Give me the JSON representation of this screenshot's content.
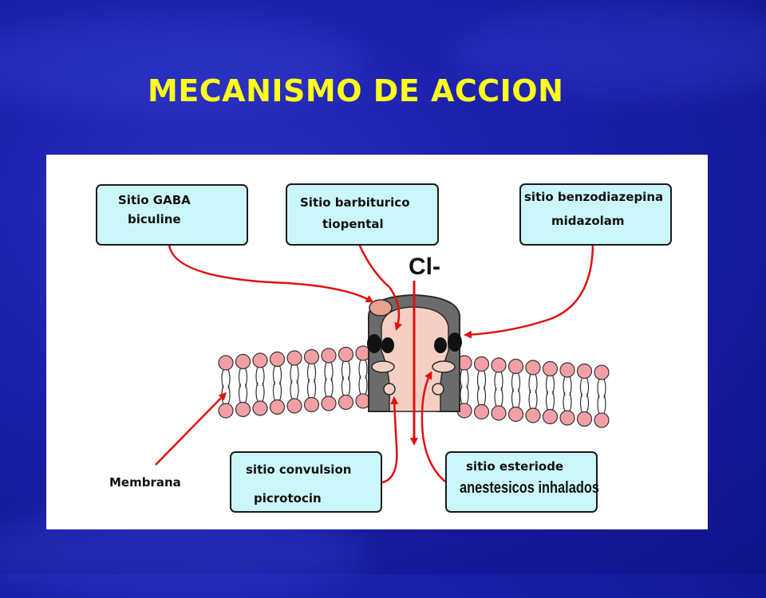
{
  "title": "MECANISMO DE ACCION",
  "ion_label": "Cl-",
  "membrane_label": "Membrana",
  "boxes": {
    "gaba": {
      "line1": "Sitio GABA",
      "line2": "biculine"
    },
    "barbiturico": {
      "line1": "Sitio barbiturico",
      "line2": "tiopental"
    },
    "benzodiazepina": {
      "line1": "sitio benzodiazepina",
      "line2": "midazolam"
    },
    "convulsion": {
      "line1": "sitio convulsion",
      "line2": "picrotocin"
    },
    "esteriode": {
      "line1": "sitio esteriode",
      "line2": "anestesicos inhalados"
    }
  },
  "colors": {
    "title": "#ffff1a",
    "background": "#1a1ea8",
    "box_fill": "#ccf7fa",
    "arrow": "#e01010",
    "lipid_head": "#f2a0a6",
    "channel_wall": "#6b6b6b",
    "channel_pore": "#f5cfc4"
  }
}
